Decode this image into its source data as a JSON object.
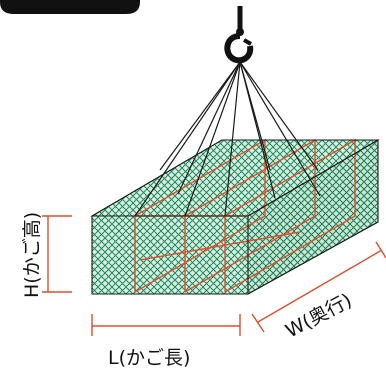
{
  "labels": {
    "height": "H(かご高)",
    "length": "L(かご長)",
    "width": "W(奥行)"
  },
  "colors": {
    "mesh": "#1f8a5a",
    "mesh_bg": "#d9efe4",
    "frame": "#d9502f",
    "rope": "#1a1a1a",
    "dimension": "#d9502f",
    "text": "#111111"
  },
  "icons": {
    "hook": "crane-hook-icon",
    "tab": "black-tab"
  }
}
